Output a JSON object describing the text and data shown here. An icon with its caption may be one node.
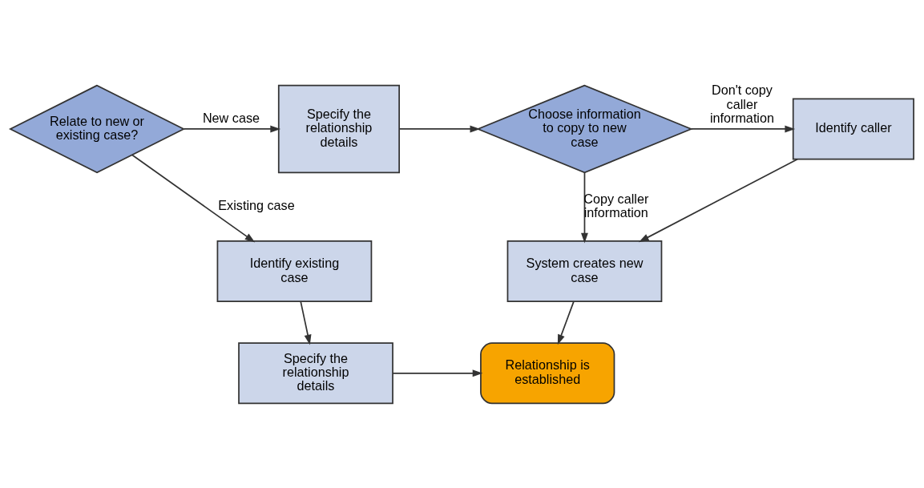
{
  "diagram": {
    "nodes": [
      {
        "text": [
          "Relate to new or existing case?"
        ]
      },
      {
        "text": [
          "Specify the relationship details"
        ]
      },
      {
        "text": [
          "Choose information to copy to new case"
        ]
      },
      {
        "text": [
          "Identify caller"
        ]
      },
      {
        "text": [
          "Identify existing case"
        ]
      },
      {
        "text": [
          "System creates new case"
        ]
      },
      {
        "text": [
          "Specify the relationship details"
        ]
      },
      {
        "text": [
          "Relationship is established"
        ]
      }
    ],
    "edges": [
      {
        "from": 0,
        "to": 1,
        "arrow": "to",
        "label": "New case"
      },
      {
        "from": 1,
        "to": 2,
        "arrow": "to"
      },
      {
        "from": 2,
        "to": 3,
        "arrow": "to",
        "label": "Don't copy caller information"
      },
      {
        "from": 0,
        "to": 4,
        "arrow": "to",
        "label": "Existing case"
      },
      {
        "from": 2,
        "to": 5,
        "arrow": "to",
        "label": "Copy caller information"
      },
      {
        "from": 3,
        "to": 5,
        "arrow": "to"
      },
      {
        "from": 4,
        "to": 6,
        "arrow": "to"
      },
      {
        "from": 5,
        "to": 7,
        "arrow": "to"
      },
      {
        "from": 6,
        "to": 7,
        "arrow": "to"
      }
    ]
  }
}
